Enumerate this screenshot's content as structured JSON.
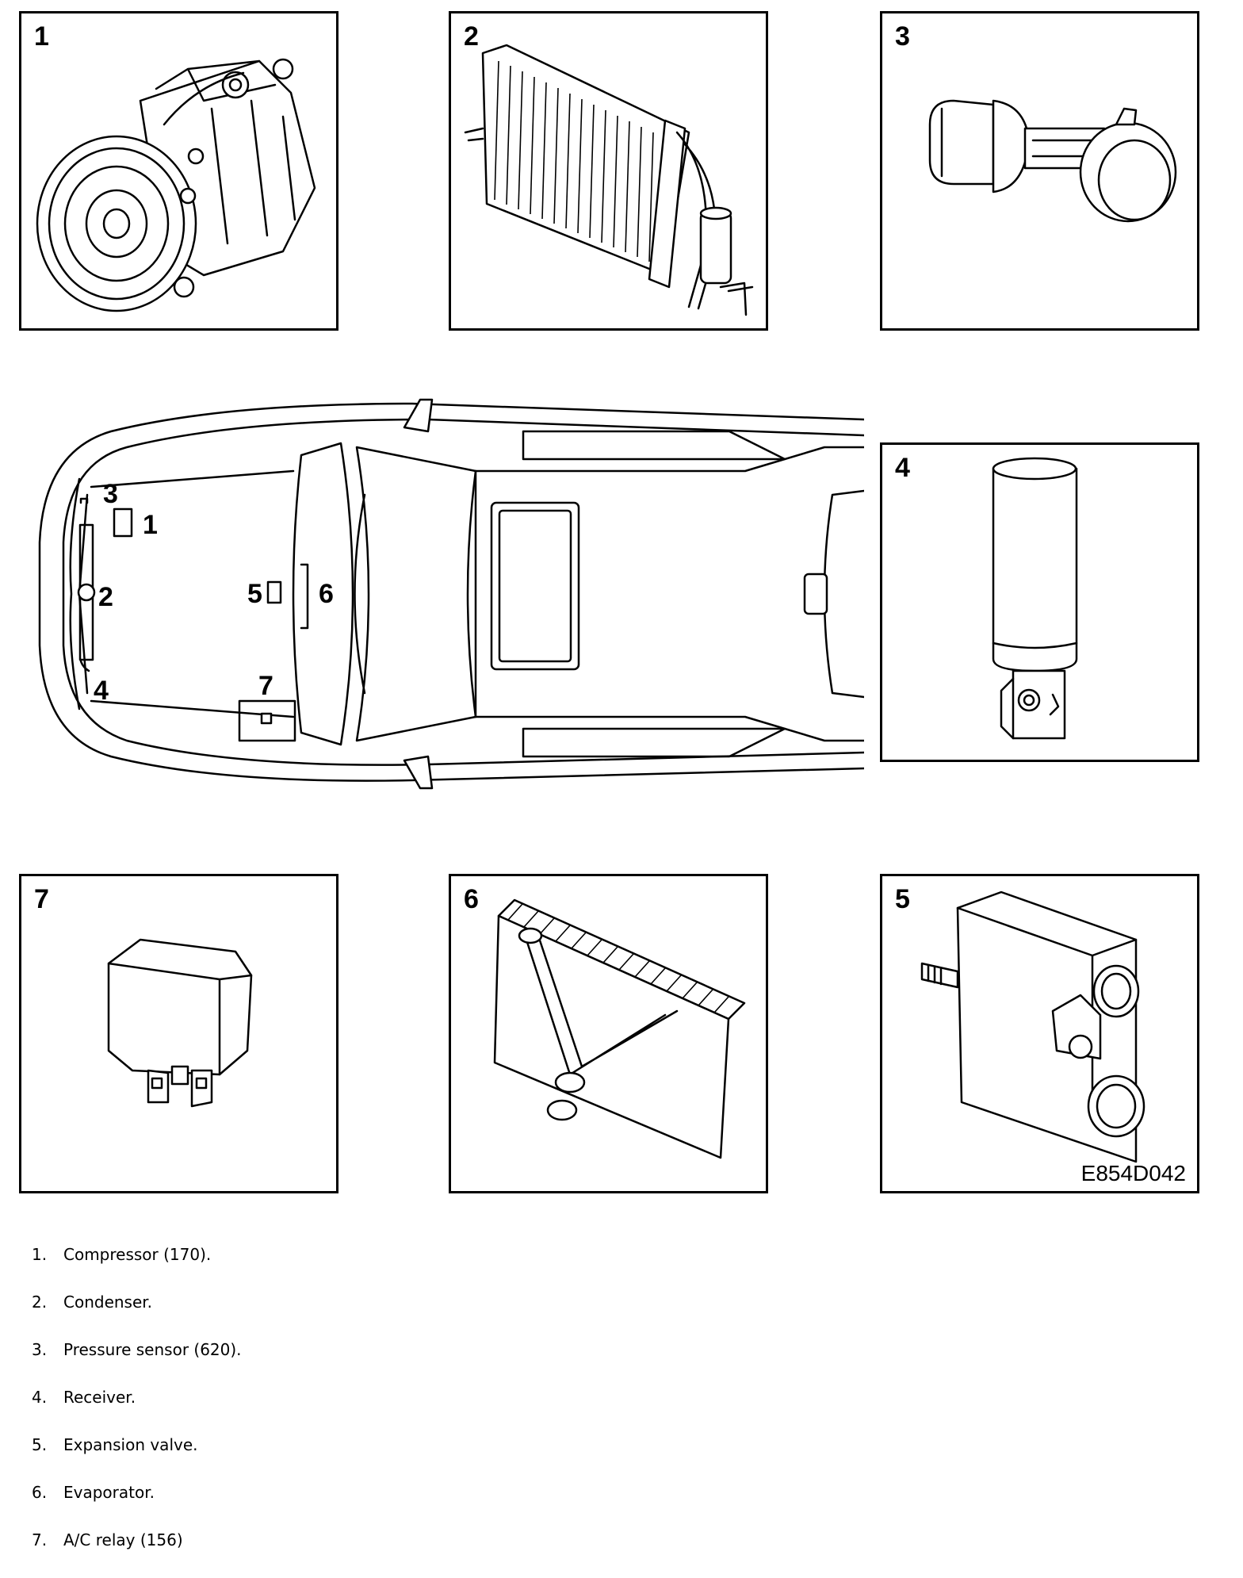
{
  "panels": [
    {
      "id": "1",
      "label": "1",
      "icon": "compressor-icon"
    },
    {
      "id": "2",
      "label": "2",
      "icon": "condenser-icon"
    },
    {
      "id": "3",
      "label": "3",
      "icon": "pressure-sensor-icon"
    },
    {
      "id": "4",
      "label": "4",
      "icon": "receiver-icon"
    },
    {
      "id": "5",
      "label": "5",
      "icon": "expansion-valve-icon"
    },
    {
      "id": "6",
      "label": "6",
      "icon": "evaporator-icon"
    },
    {
      "id": "7",
      "label": "7",
      "icon": "ac-relay-icon"
    }
  ],
  "car_labels": [
    "1",
    "2",
    "3",
    "4",
    "5",
    "6",
    "7"
  ],
  "figure_code": "E854D042",
  "legend": [
    {
      "num": "1.",
      "text": "Compressor (170)."
    },
    {
      "num": "2.",
      "text": "Condenser."
    },
    {
      "num": "3.",
      "text": "Pressure sensor (620)."
    },
    {
      "num": "4.",
      "text": "Receiver."
    },
    {
      "num": "5.",
      "text": "Expansion valve."
    },
    {
      "num": "6.",
      "text": "Evaporator."
    },
    {
      "num": "7.",
      "text": "A/C relay (156)"
    }
  ]
}
